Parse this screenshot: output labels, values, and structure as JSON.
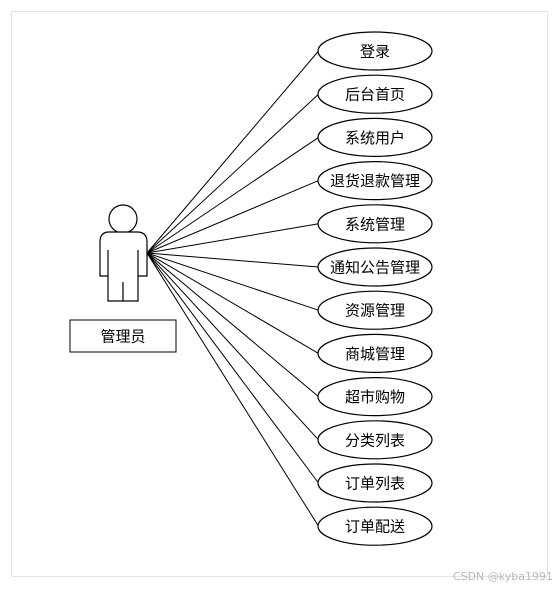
{
  "actor": {
    "name": "管理员"
  },
  "use_cases": [
    "登录",
    "后台首页",
    "系统用户",
    "退货退款管理",
    "系统管理",
    "通知公告管理",
    "资源管理",
    "商城管理",
    "超市购物",
    "分类列表",
    "订单列表",
    "订单配送"
  ],
  "watermark": "CSDN @kyba1991",
  "colors": {
    "stroke": "#000000",
    "background": "#ffffff",
    "frame": "#e3e3e3",
    "watermark": "#b8b8b8"
  }
}
